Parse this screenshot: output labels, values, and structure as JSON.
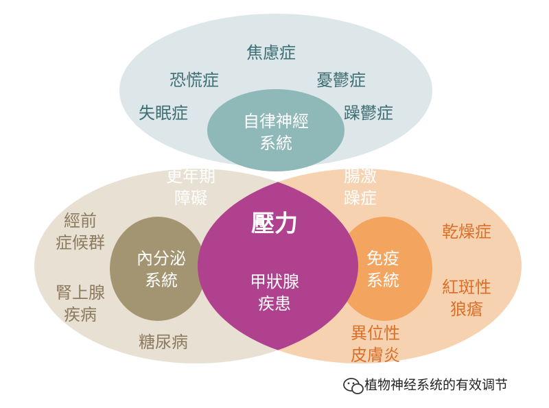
{
  "colors": {
    "blue_circle": "#dde7ea",
    "tan_circle": "#e8e1d3",
    "orange_circle": "#f7d2b0",
    "teal_inner": "#8fb8b9",
    "olive_inner": "#a39472",
    "orange_inner": "#f3a560",
    "dark_teal": "#3e7b72",
    "deep_orange": "#ea7a2f",
    "magenta": "#b0418f",
    "purple_center": "#6a3a7e"
  },
  "center": {
    "label": "壓力"
  },
  "pairs": {
    "teal_orange": [
      "更年期",
      "障礙"
    ],
    "teal_olive": [
      "腸激",
      "躁症"
    ],
    "olive_orange": [
      "甲狀腺",
      "疾患"
    ]
  },
  "inner": {
    "top": [
      "自律神經",
      "系統"
    ],
    "left": [
      "內分泌",
      "系統"
    ],
    "right": [
      "免疫",
      "系統"
    ]
  },
  "outer_top": [
    "焦慮症",
    "恐慌症",
    "憂鬱症",
    "失眠症",
    "躁鬱症"
  ],
  "outer_left": [
    [
      "經前",
      "症候群"
    ],
    [
      "腎上腺",
      "疾病"
    ],
    [
      "糖尿病"
    ]
  ],
  "outer_right": [
    [
      "乾燥症"
    ],
    [
      "紅斑性",
      "狼瘡"
    ],
    [
      "異位性",
      "皮膚炎"
    ]
  ],
  "watermark": {
    "text": "植物神经系统的有效调节",
    "icon": "wechat-icon"
  }
}
